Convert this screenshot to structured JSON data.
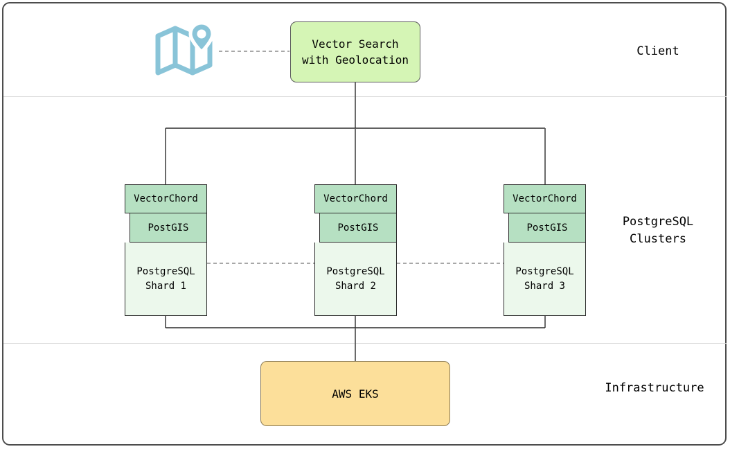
{
  "diagram": {
    "lanes": [
      {
        "id": "client",
        "label": "Client"
      },
      {
        "id": "postgresql-clusters",
        "label": "PostgreSQL\nClusters"
      },
      {
        "id": "infrastructure",
        "label": "Infrastructure"
      }
    ],
    "client": {
      "icon_name": "map-location-icon",
      "icon_color": "#89c4d8",
      "node": {
        "label": "Vector Search\nwith Geolocation",
        "fill": "#d5f5b5",
        "stroke": "#595959"
      }
    },
    "clusters": {
      "shards": [
        {
          "extension_1": "VectorChord",
          "extension_2": "PostGIS",
          "label": "PostgreSQL\nShard 1"
        },
        {
          "extension_1": "VectorChord",
          "extension_2": "PostGIS",
          "label": "PostgreSQL\nShard 2"
        },
        {
          "extension_1": "VectorChord",
          "extension_2": "PostGIS",
          "label": "PostgreSQL\nShard 3"
        }
      ],
      "band_fill": "#b6e0c2",
      "body_fill": "#ecf8ec",
      "stroke": "#2b2b2b"
    },
    "infrastructure": {
      "node": {
        "label": "AWS EKS",
        "fill": "#fcdf9a",
        "stroke": "#8a7a55"
      }
    },
    "connectors": {
      "solid_color": "#595959",
      "dashed_color": "#8c8c8c",
      "divider_color": "#d9d9d9",
      "frame_color": "#4d4d4d"
    }
  }
}
